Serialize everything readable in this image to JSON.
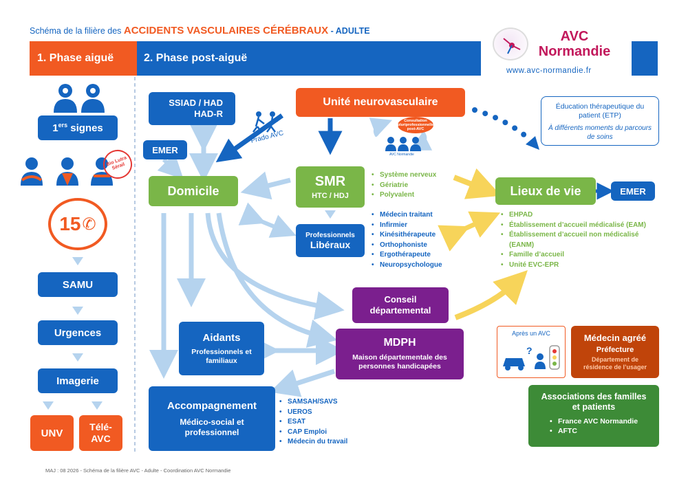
{
  "header": {
    "title_prefix": "Schéma de la filière des ",
    "title_main": "ACCIDENTS VASCULAIRES CÉRÉBRAUX",
    "title_suffix": " - ADULTE",
    "phase1": "1. Phase aiguë",
    "phase2": "2. Phase post-aiguë"
  },
  "logo": {
    "line1": "AVC",
    "line2": "Normandie",
    "url": "www.avc-normandie.fr"
  },
  "acute": {
    "first_signs": "1",
    "first_signs_sup": "ers",
    "first_signs_rest": " signes",
    "stamp_text": "Bio Lutra Sérail",
    "phone_number": "15",
    "samu": "SAMU",
    "urgences": "Urgences",
    "imagerie": "Imagerie",
    "unv": "UNV",
    "tele_avc": "Télé-AVC"
  },
  "post": {
    "ssiad": "SSIAD /  HAD",
    "hadr": "HAD-R",
    "emer_left": "EMER",
    "prado": "Prado AVC",
    "unv_full": "Unité neurovasculaire",
    "consult_bubble": "Consultation pluriprofessionnelle post-AVC",
    "consult_sub": "AVC Normandie",
    "etp_title": "Éducation thérapeutique du patient (ETP)",
    "etp_sub": "À différents moments du parcours de soins",
    "domicile": "Domicile",
    "smr": "SMR",
    "smr_sub": "HTC / HDJ",
    "smr_list": [
      "Système nerveux",
      "Gériatrie",
      "Polyvalent"
    ],
    "lieux": "Lieux de vie",
    "emer_right": "EMER",
    "lib_small": "Professionnels",
    "lib_big": "Libéraux",
    "lib_list": [
      "Médecin traitant",
      "Infirmier",
      "Kinésithérapeute",
      "Orthophoniste",
      "Ergothérapeute",
      "Neuropsychologue"
    ],
    "lieux_list": [
      "EHPAD",
      "Établissement d’accueil médicalisé (EAM)",
      "Établissement d’accueil non médicalisé (EANM)",
      "Famille d’accueil",
      "Unité EVC-EPR"
    ],
    "conseil": "Conseil départemental",
    "mdph": "MDPH",
    "mdph_sub": "Maison départementale des personnes handicapées",
    "aidants": "Aidants",
    "aidants_sub": "Professionnels et familiaux",
    "apres_avc": "Après un AVC",
    "medecin_agree": "Médecin agréé",
    "prefecture": "Préfecture",
    "prefecture_sub": "Département de résidence de l’usager",
    "accomp": "Accompagnement",
    "accomp_sub": "Médico-social et professionnel",
    "accomp_list": [
      "SAMSAH/SAVS",
      "UEROS",
      "ESAT",
      "CAP Emploi",
      "Médecin du travail"
    ],
    "assoc_title": "Associations des familles et patients",
    "assoc_list": [
      "France AVC Normandie",
      "AFTC"
    ]
  },
  "footer": "MAJ : 08 2026 - Schéma de la filière AVC - Adulte - Coordination AVC Normandie",
  "colors": {
    "blue": "#1565c0",
    "orange": "#f15a22",
    "green": "#7ab648",
    "purple": "#7b1f8e",
    "light_blue_arrow": "#b5d3ee",
    "yellow_arrow": "#f7d45a"
  }
}
